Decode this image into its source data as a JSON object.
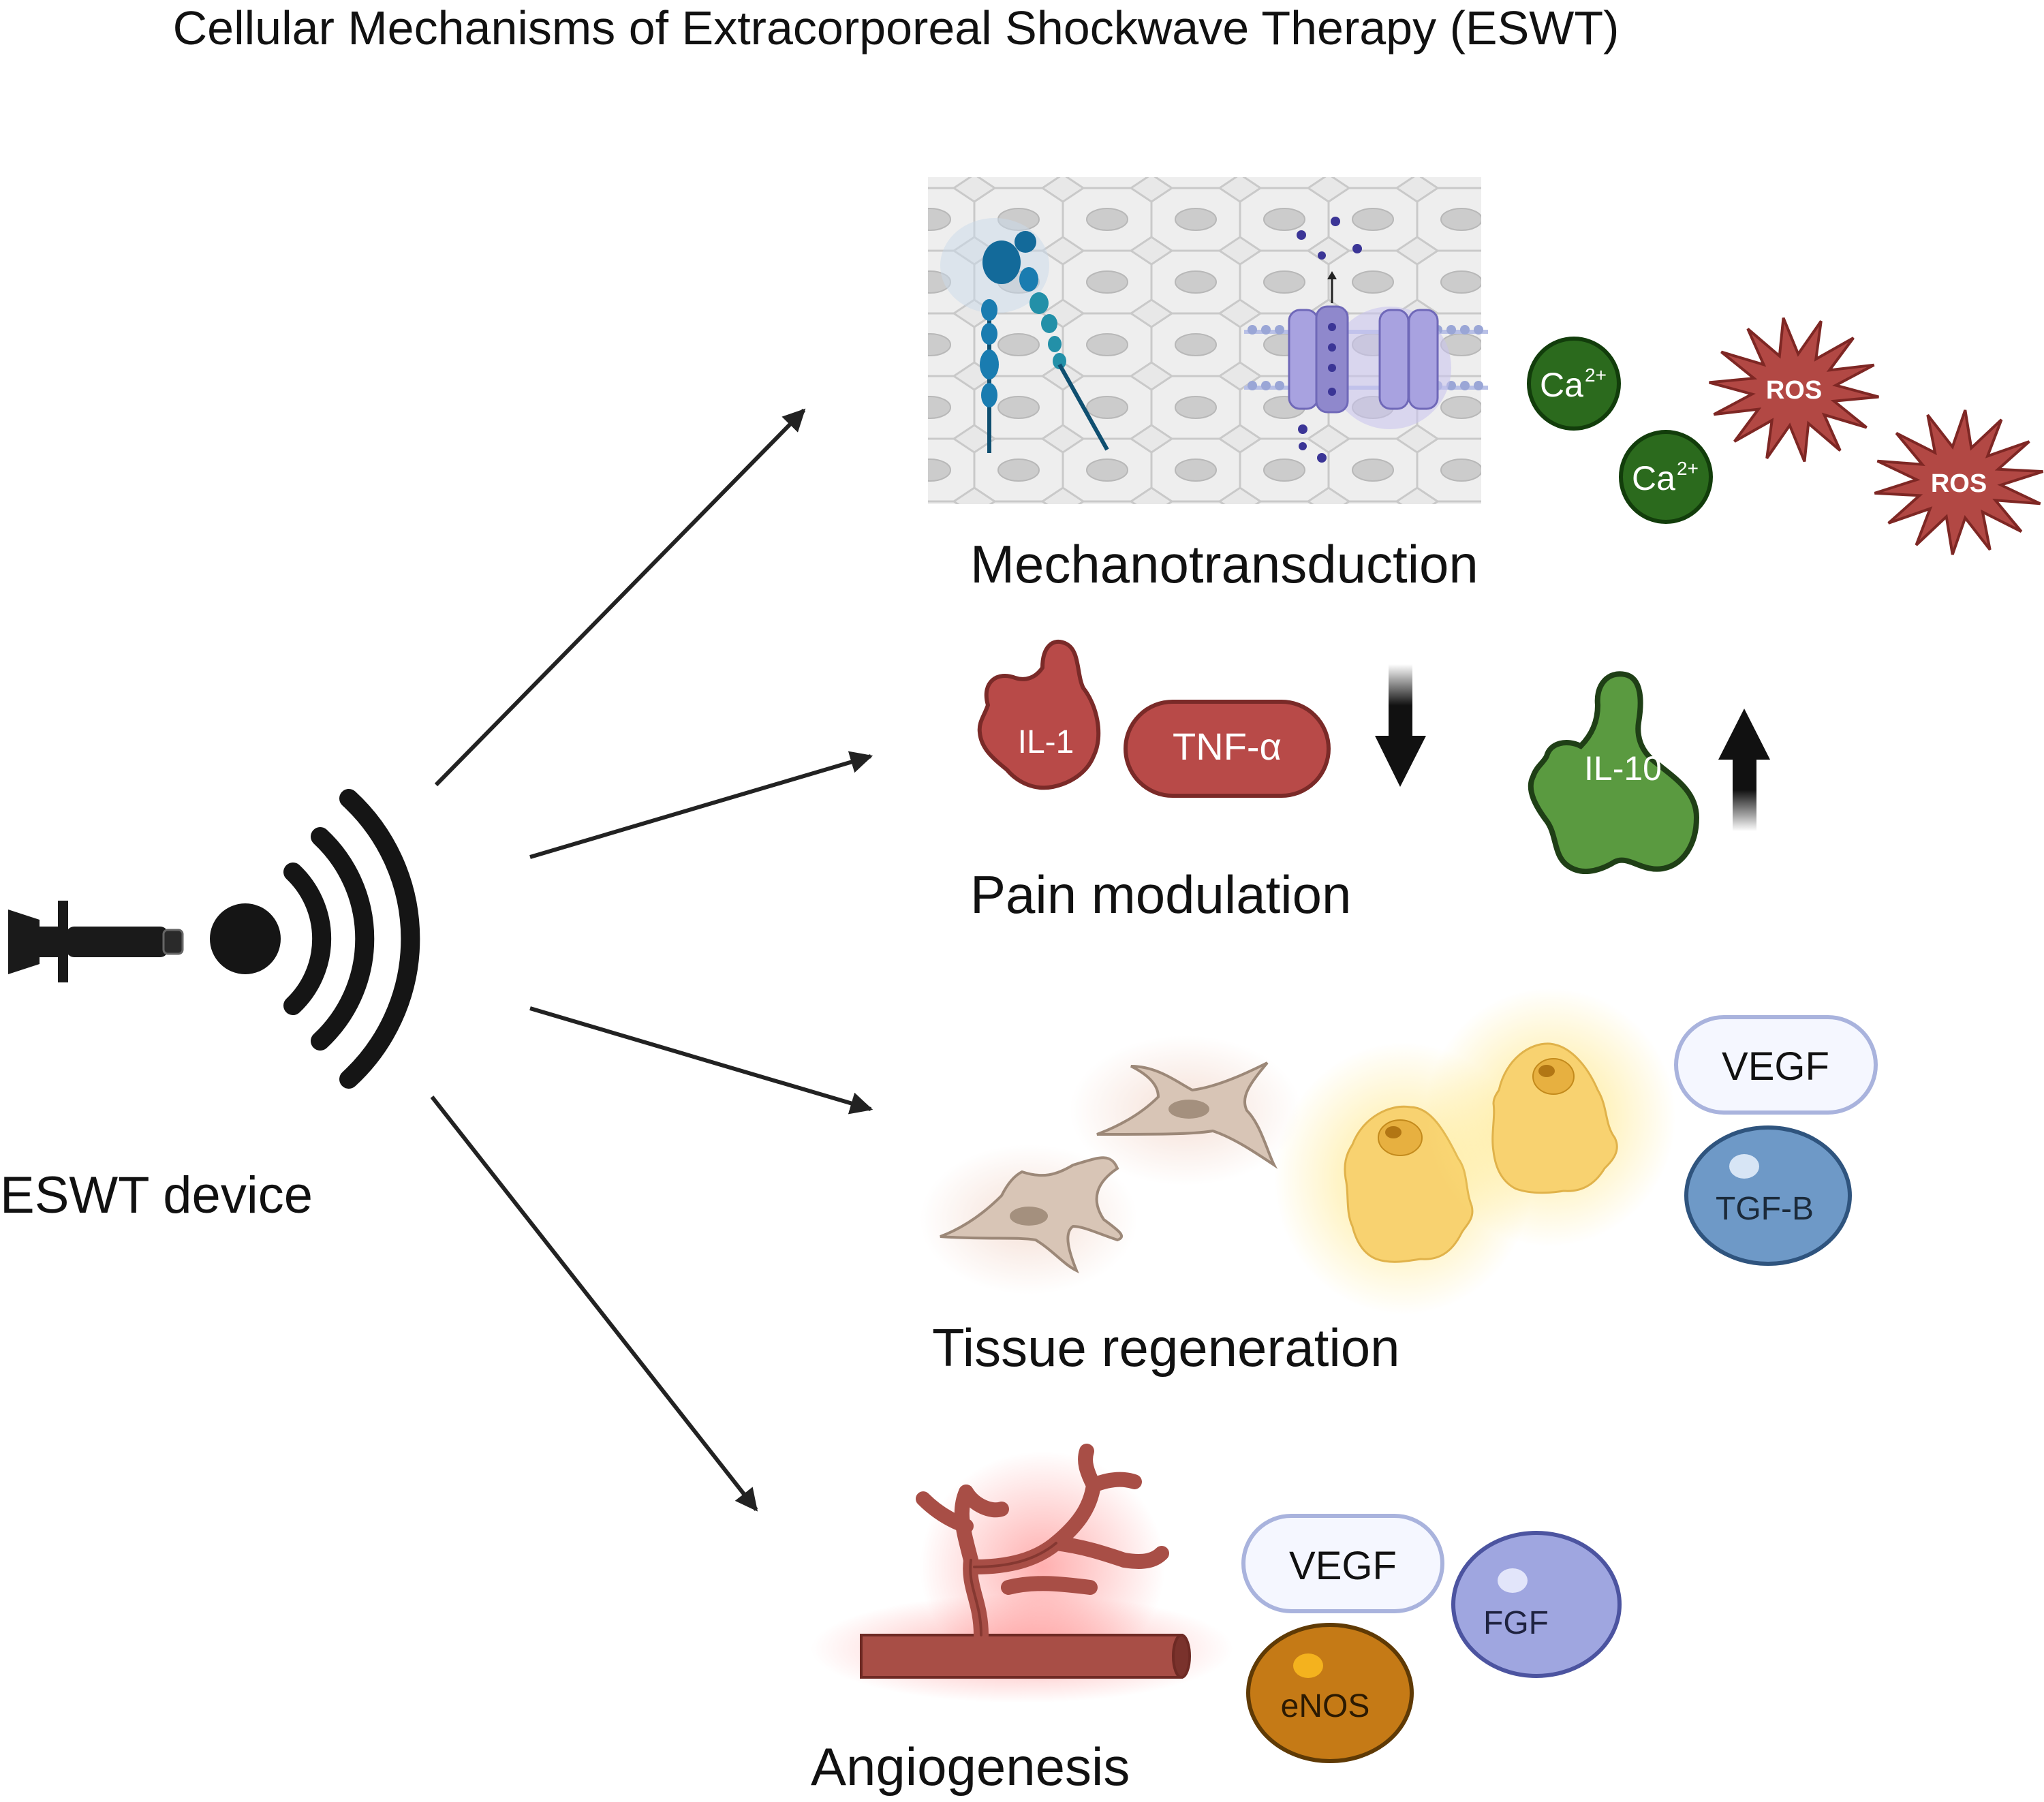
{
  "title": "Cellular Mechanisms of Extracorporeal Shockwave Therapy (ESWT)",
  "device": {
    "label": "ESWT device"
  },
  "mechanisms": {
    "mechanotransduction": {
      "label": "Mechanotransduction",
      "ions": [
        {
          "base": "Ca",
          "charge": "2+"
        },
        {
          "base": "Ca",
          "charge": "2+"
        }
      ],
      "ros": [
        "ROS",
        "ROS"
      ]
    },
    "pain": {
      "label": "Pain modulation",
      "il1": "IL-1",
      "tnf": "TNF-α",
      "il10": "IL-10"
    },
    "tissue": {
      "label": "Tissue regeneration",
      "vegf": "VEGF",
      "tgfb": "TGF-B"
    },
    "angio": {
      "label": "Angiogenesis",
      "vegf": "VEGF",
      "fgf": "FGF",
      "enos": "eNOS"
    }
  },
  "colors": {
    "proinflammatory": "#b84a48",
    "ca_ion": "#2b6a1d",
    "ros": "#b24844",
    "il10": "#5a9a40",
    "channel": "#8f88cc",
    "fibroblast": "#d8c5b6",
    "regenerating_cell": "#f8d270",
    "tgfb": "#6e99c7",
    "fgf": "#9fa6e0",
    "enos": "#c57a16",
    "vessel": "#a84e46"
  }
}
